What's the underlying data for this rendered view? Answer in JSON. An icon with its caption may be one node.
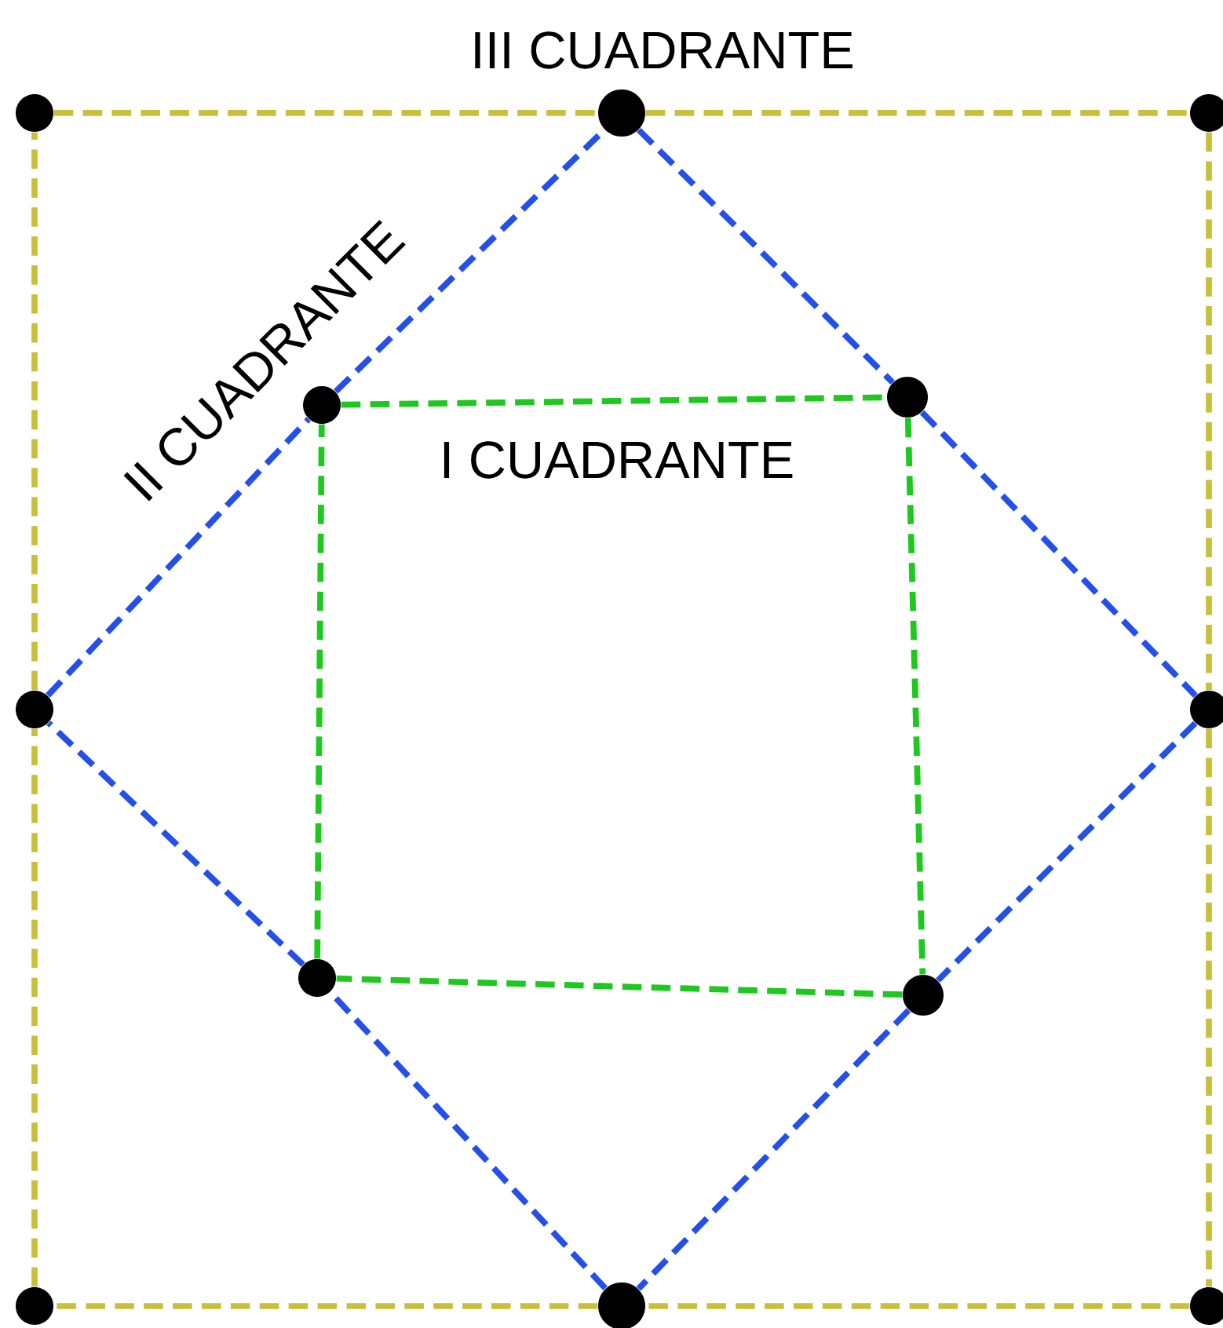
{
  "diagram": {
    "nodes": [
      {
        "text": [],
        "shape": "circle"
      },
      {
        "text": [],
        "shape": "circle"
      },
      {
        "text": [],
        "shape": "circle"
      },
      {
        "text": [],
        "shape": "circle"
      },
      {
        "text": [],
        "shape": "circle"
      },
      {
        "text": [],
        "shape": "circle"
      },
      {
        "text": [],
        "shape": "circle"
      },
      {
        "text": [],
        "shape": "circle"
      },
      {
        "text": [],
        "shape": "circle"
      },
      {
        "text": [],
        "shape": "circle"
      },
      {
        "text": [],
        "shape": "circle"
      },
      {
        "text": [],
        "shape": "circle"
      }
    ],
    "edges": [
      {
        "from": 0,
        "to": 1,
        "arrow": "none",
        "style": "dashed",
        "color": "#c8c03a"
      },
      {
        "from": 1,
        "to": 2,
        "arrow": "none",
        "style": "dashed",
        "color": "#c8c03a"
      },
      {
        "from": 2,
        "to": 6,
        "arrow": "none",
        "style": "dashed",
        "color": "#c8c03a"
      },
      {
        "from": 6,
        "to": 11,
        "arrow": "none",
        "style": "dashed",
        "color": "#c8c03a"
      },
      {
        "from": 11,
        "to": 10,
        "arrow": "none",
        "style": "dashed",
        "color": "#c8c03a"
      },
      {
        "from": 10,
        "to": 9,
        "arrow": "none",
        "style": "dashed",
        "color": "#c8c03a"
      },
      {
        "from": 9,
        "to": 5,
        "arrow": "none",
        "style": "dashed",
        "color": "#c8c03a"
      },
      {
        "from": 5,
        "to": 0,
        "arrow": "none",
        "style": "dashed",
        "color": "#c8c03a"
      },
      {
        "from": 1,
        "to": 4,
        "arrow": "none",
        "style": "dashed",
        "color": "#2450e8"
      },
      {
        "from": 4,
        "to": 6,
        "arrow": "none",
        "style": "dashed",
        "color": "#2450e8"
      },
      {
        "from": 6,
        "to": 8,
        "arrow": "none",
        "style": "dashed",
        "color": "#2450e8"
      },
      {
        "from": 8,
        "to": 10,
        "arrow": "none",
        "style": "dashed",
        "color": "#2450e8"
      },
      {
        "from": 10,
        "to": 7,
        "arrow": "none",
        "style": "dashed",
        "color": "#2450e8"
      },
      {
        "from": 7,
        "to": 5,
        "arrow": "none",
        "style": "dashed",
        "color": "#2450e8"
      },
      {
        "from": 5,
        "to": 3,
        "arrow": "none",
        "style": "dashed",
        "color": "#2450e8"
      },
      {
        "from": 3,
        "to": 1,
        "arrow": "none",
        "style": "dashed",
        "color": "#2450e8"
      },
      {
        "from": 3,
        "to": 4,
        "arrow": "none",
        "style": "dashed",
        "color": "#1ec81e"
      },
      {
        "from": 4,
        "to": 8,
        "arrow": "none",
        "style": "dashed",
        "color": "#1ec81e"
      },
      {
        "from": 8,
        "to": 7,
        "arrow": "none",
        "style": "dashed",
        "color": "#1ec81e"
      },
      {
        "from": 7,
        "to": 3,
        "arrow": "none",
        "style": "dashed",
        "color": "#1ec81e"
      }
    ],
    "labels": [
      "III CUADRANTE",
      "II CUADRANTE",
      "I CUADRANTE"
    ]
  }
}
